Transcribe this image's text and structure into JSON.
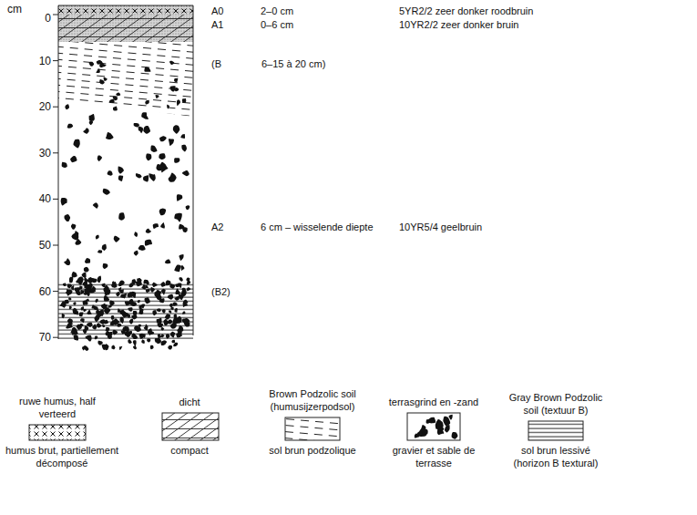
{
  "diagram": {
    "labels": [
      "cm",
      "0",
      "10",
      "20",
      "30",
      "40",
      "50",
      "60",
      "70",
      "A0",
      "2–0 cm",
      "5YR2/2 zeer donker roodbruin",
      "A1",
      "0–6 cm",
      "10YR2/2 zeer donker bruin",
      "(B",
      "6–15 à 20 cm)",
      "A2",
      "6 cm – wisselende diepte",
      "10YR5/4 geelbruin",
      "(B2)",
      "humus brut, partiellement décomposé",
      "compact",
      "sol brun podzolique",
      "gravier et sable de terrasse",
      "sol brun lessivé (horizon B textural)"
    ],
    "legend": [
      {
        "text": "ruwe humus, half verteerd"
      },
      {
        "text": "dicht"
      },
      {
        "text": "Brown Podzolic soil (humusijzerpodsol)"
      },
      {
        "text": "terrasgrind en -zand"
      },
      {
        "text": "Gray Brown Podzolic soil (textuur B)"
      }
    ]
  }
}
